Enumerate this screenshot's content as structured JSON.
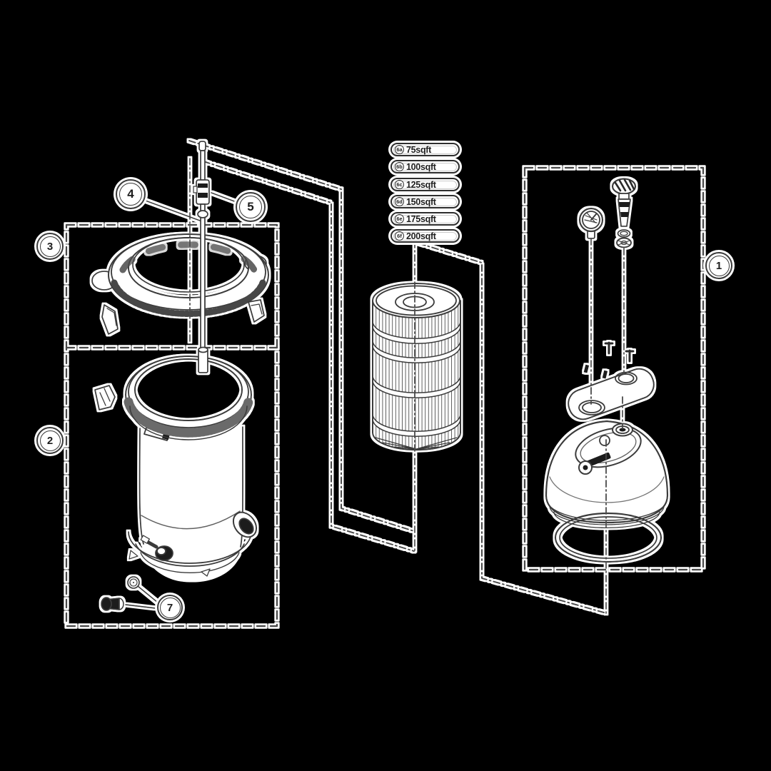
{
  "callouts": {
    "c1": "1",
    "c2": "2",
    "c3": "3",
    "c4": "4",
    "c5": "5",
    "c7": "7"
  },
  "sizes": [
    {
      "code": "6a",
      "label": "75sqft"
    },
    {
      "code": "6b",
      "label": "100sqft"
    },
    {
      "code": "6c",
      "label": "125sqft"
    },
    {
      "code": "6d",
      "label": "150sqft"
    },
    {
      "code": "6e",
      "label": "175sqft"
    },
    {
      "code": "6f",
      "label": "200sqft"
    }
  ],
  "colors": {
    "background": "#000000",
    "line": "#3a3a3a",
    "dash_line": "#4a4a4a",
    "halo": "#ffffff",
    "dark_fill": "#1c1c1c"
  }
}
